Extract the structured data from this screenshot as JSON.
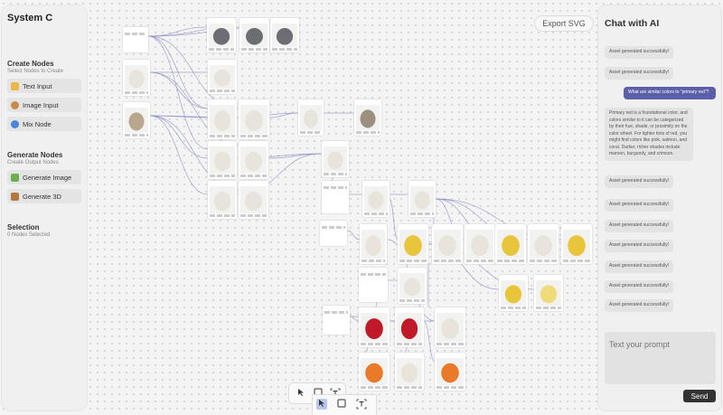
{
  "app": {
    "title": "System C"
  },
  "create": {
    "title": "Create Nodes",
    "subtitle": "Select Nodes to Create",
    "buttons": [
      {
        "label": "Text Input",
        "icon": "pencil-icon"
      },
      {
        "label": "Image Input",
        "icon": "palette-icon"
      },
      {
        "label": "Mix Node",
        "icon": "swirl-icon"
      }
    ]
  },
  "generate": {
    "title": "Generate Nodes",
    "subtitle": "Create Output Nodes",
    "buttons": [
      {
        "label": "Generate Image",
        "icon": "image-icon"
      },
      {
        "label": "Generate 3D",
        "icon": "box-icon"
      }
    ]
  },
  "selection": {
    "title": "Selection",
    "count_text": "0 Nodes Selected"
  },
  "export": {
    "label": "Export SVG"
  },
  "chat": {
    "title": "Chat with AI",
    "messages": [
      {
        "role": "bot",
        "text": "Asset generated successfully!"
      },
      {
        "role": "bot",
        "text": "Asset generated successfully!"
      },
      {
        "role": "user",
        "text": "What are similar colors to \"primary red\"?"
      },
      {
        "role": "bot",
        "text": "Primary red is a foundational color, and colors similar to it can be categorized by their hue, shade, or proximity on the color wheel. For lighter tints of red, you might find colors like pink, salmon, and coral. Darker, richer shades include maroon, burgundy, and crimson."
      },
      {
        "role": "bot",
        "text": "Asset generated successfully!"
      },
      {
        "role": "bot",
        "text": "Asset generated successfully!"
      },
      {
        "role": "bot",
        "text": "Asset generated successfully!"
      },
      {
        "role": "bot",
        "text": "Asset generated successfully!"
      },
      {
        "role": "bot",
        "text": "Asset generated successfully!"
      },
      {
        "role": "bot",
        "text": "Asset generated successfully!"
      },
      {
        "role": "bot",
        "text": "Asset generated successfully!"
      }
    ],
    "prompt_placeholder": "Text your prompt",
    "send_label": "Send"
  },
  "colors": {
    "accent": "#5b5fa8",
    "edge": "#8a8fc4",
    "canvas": "#f4f4f4",
    "chair_white": "#e8e4dc",
    "chair_yellow": "#e8c53a",
    "chair_red": "#c0192a",
    "chair_orange": "#e87a2a",
    "sofa_gray": "#6b6f74"
  },
  "toolbar": {
    "tools": [
      "pointer-tool",
      "rectangle-tool",
      "text-tool"
    ]
  }
}
